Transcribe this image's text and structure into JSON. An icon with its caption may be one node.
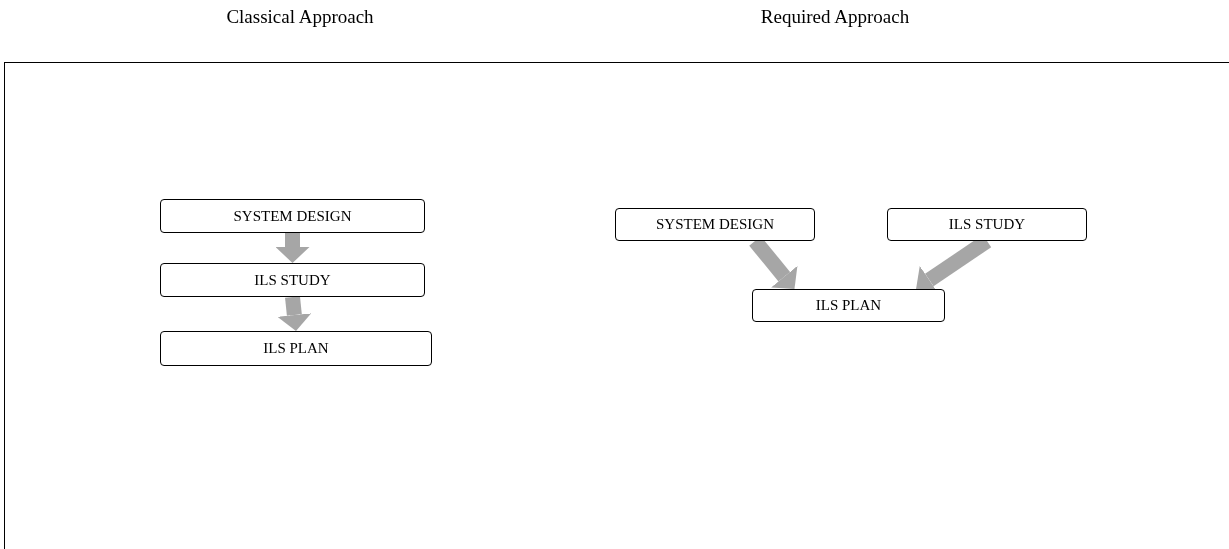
{
  "diagram": {
    "nodes": [
      {
        "text": [
          "SYSTEM DESIGN"
        ]
      },
      {
        "text": [
          "ILS STUDY"
        ]
      },
      {
        "text": [
          "ILS PLAN"
        ]
      },
      {
        "text": [
          "SYSTEM DESIGN"
        ]
      },
      {
        "text": [
          "ILS STUDY"
        ]
      },
      {
        "text": [
          "ILS PLAN"
        ]
      }
    ],
    "edges": [
      {
        "from": 0,
        "to": 1,
        "arrow": "to"
      },
      {
        "from": 1,
        "to": 2,
        "arrow": "to"
      },
      {
        "from": 3,
        "to": 5,
        "arrow": "to"
      },
      {
        "from": 4,
        "to": 5,
        "arrow": "to"
      }
    ],
    "labels": [
      "Classical Approach",
      "Required Approach"
    ]
  }
}
